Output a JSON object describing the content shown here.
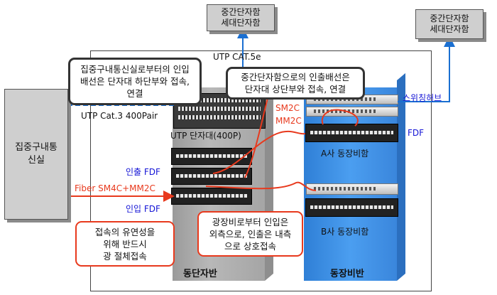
{
  "top_boxes": {
    "center": {
      "line1": "중간단자함",
      "line2": "세대단자함"
    },
    "right": {
      "line1": "중간단자함",
      "line2": "세대단자함"
    }
  },
  "left_box": {
    "line1": "집중구내통",
    "line2": "신실"
  },
  "cables": {
    "utp_cat5e": "UTP CAT.5e",
    "utp_cat3": "UTP Cat.3 400Pair",
    "fiber": "Fiber SM4C+MM2C",
    "sm_mm": {
      "line1": "SM2C",
      "line2": "MM2C"
    }
  },
  "labels": {
    "utp_panel": "UTP 단자대(400P)",
    "out_fdf": "인출 FDF",
    "in_fdf": "인입 FDF",
    "switch_hub": "스위칭허브",
    "fdf": "FDF",
    "rack_a": "A사 동장비함",
    "rack_b": "B사 동장비함",
    "dong_panel": "동단자반",
    "dong_equip": "동장비반"
  },
  "callouts": {
    "intake": {
      "line1": "집중구내통신실로부터의 인입",
      "line2": "배선은  단자대 하단부와 접속,",
      "line3": "연결"
    },
    "outlet": {
      "line1": "중간단자함으로의 인출배선은",
      "line2": "단자대 상단부와 접속, 연결"
    },
    "flex": {
      "line1": "접속의 유연성을",
      "line2": "위해 반드시",
      "line3": "광 절체접속"
    },
    "fiber_rule": {
      "line1": "광장비로부터 인입은",
      "line2": "외측으로, 인출은 내측",
      "line3": "으로 상호접속"
    }
  },
  "colors": {
    "blue": "#1a6fd1",
    "red": "#e8391d",
    "dark_blue_text": "#1515d6",
    "rack_blue": "#3f8ee0"
  }
}
